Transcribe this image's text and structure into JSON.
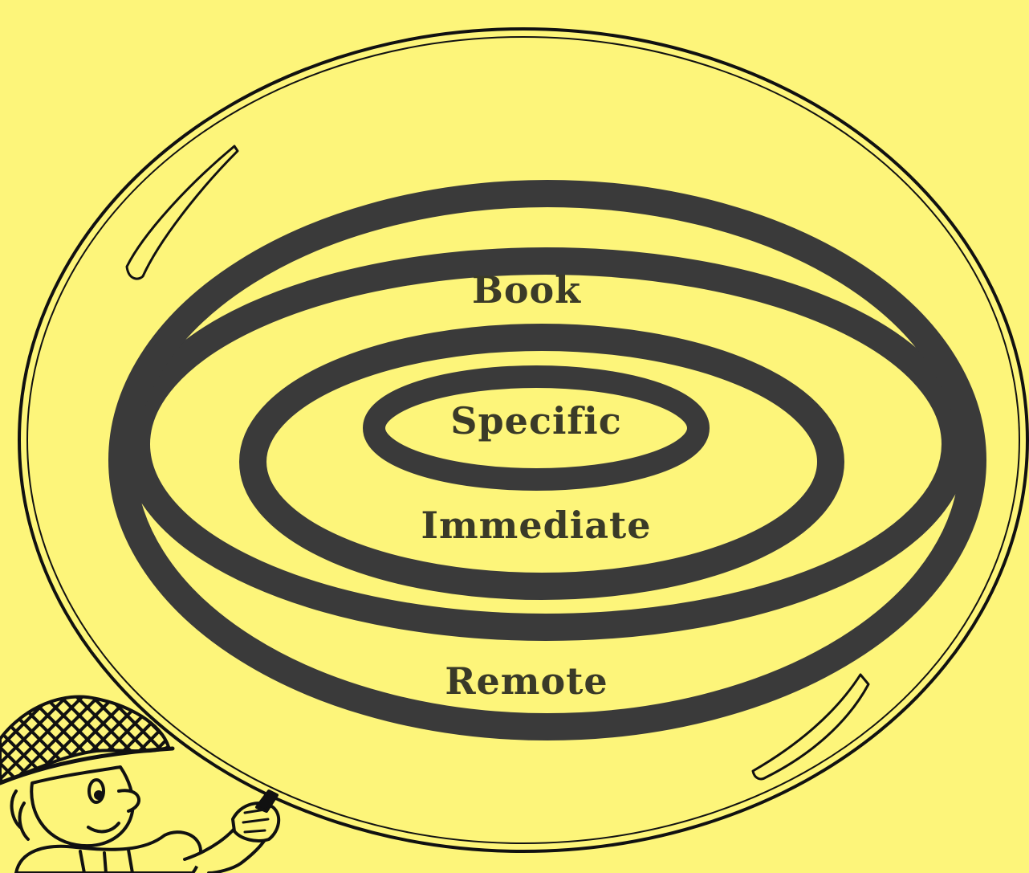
{
  "diagram": {
    "type": "concentric-rings",
    "background_color": "#fdf57a",
    "ring_color": "#3a3a3a",
    "outline_color": "#111111",
    "rings": [
      {
        "label": "Specific"
      },
      {
        "label": "Immediate"
      },
      {
        "label": "Book"
      },
      {
        "label": "Remote"
      }
    ],
    "illustration": "cartoon-explorer-holding-magnifying-glass"
  }
}
